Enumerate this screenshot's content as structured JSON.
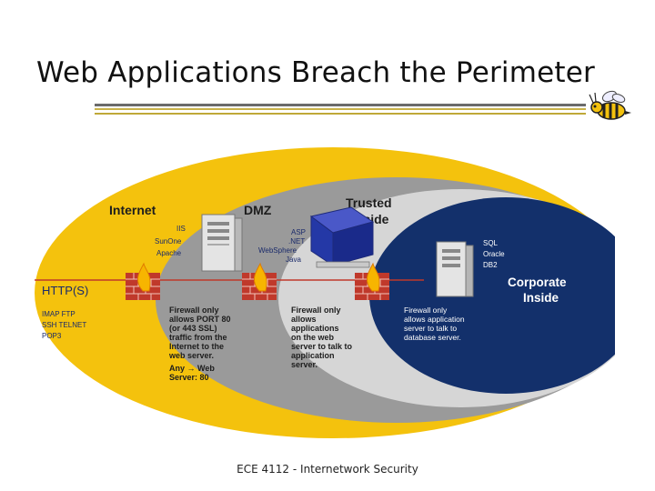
{
  "slide": {
    "title": "Web Applications Breach the Perimeter",
    "footer": "ECE 4112 - Internetwork Security"
  },
  "diagram": {
    "zones": {
      "internet": "Internet",
      "dmz": "DMZ",
      "trusted_line1": "Trusted",
      "trusted_line2": "Inside",
      "corporate_line1": "Corporate",
      "corporate_line2": "Inside"
    },
    "web_servers": [
      "IIS",
      "SunOne",
      "Apache"
    ],
    "app_servers": [
      "ASP",
      ".NET",
      "WebSphere",
      "Java"
    ],
    "db_servers": [
      "SQL",
      "Oracle",
      "DB2"
    ],
    "http_label": "HTTP(S)",
    "protocols": [
      "IMAP  FTP",
      "SSH  TELNET",
      "POP3"
    ],
    "firewall_notes": {
      "fw1": [
        "Firewall only",
        "allows PORT 80",
        "(or 443 SSL)",
        "traffic from the",
        "Internet to the",
        "web server."
      ],
      "fw1_rule": [
        "Any → Web",
        "Server: 80"
      ],
      "fw2": [
        "Firewall only",
        "allows",
        "applications",
        "on the web",
        "server to talk to",
        "application",
        "server."
      ],
      "fw3": [
        "Firewall only",
        "allows application",
        "server to talk to",
        "database server."
      ]
    },
    "colors": {
      "internet": "#f4c20d",
      "dmz": "#9a9a9a",
      "trusted": "#d6d6d6",
      "corporate": "#13306b",
      "firewall_brick": "#c0392b",
      "flame": "#f7b500"
    }
  }
}
